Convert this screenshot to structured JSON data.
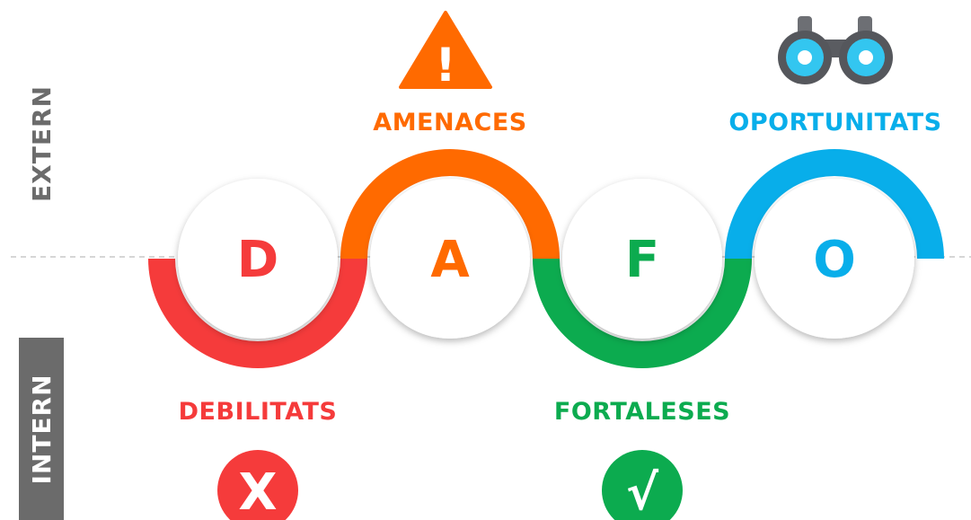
{
  "axis": {
    "extern_label": "EXTERN",
    "intern_label": "INTERN"
  },
  "categories": [
    {
      "key": "d",
      "letter": "D",
      "label": "DEBILITATS",
      "side": "intern",
      "color": "#f53b3b",
      "icon": "x-circle-icon",
      "icon_symbol": "X"
    },
    {
      "key": "a",
      "letter": "A",
      "label": "AMENACES",
      "side": "extern",
      "color": "#ff6a00",
      "icon": "warning-triangle-icon",
      "icon_symbol": "!"
    },
    {
      "key": "f",
      "letter": "F",
      "label": "FORTALESES",
      "side": "intern",
      "color": "#0cab4f",
      "icon": "check-circle-icon",
      "icon_symbol": "√"
    },
    {
      "key": "o",
      "letter": "O",
      "label": "OPORTUNITATS",
      "side": "extern",
      "color": "#08aeea",
      "icon": "binoculars-icon"
    }
  ],
  "colors": {
    "axis_gray": "#6b6b6b",
    "divider": "#c8c8c8"
  }
}
